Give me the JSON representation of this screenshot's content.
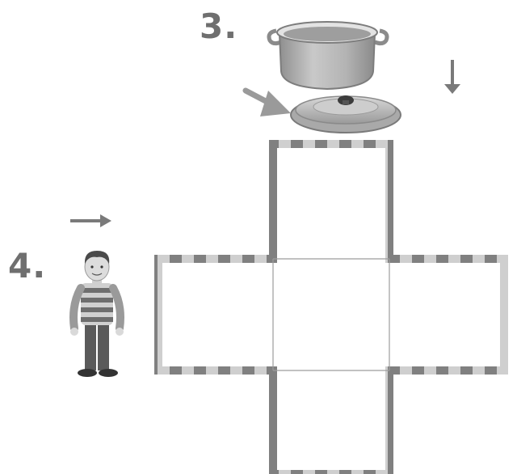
{
  "steps": [
    {
      "number": "3.",
      "image": "cooking-pot-with-lid",
      "arrow": "down-arrow-icon"
    },
    {
      "number": "4.",
      "image": "boy-in-striped-sweater",
      "arrow": "right-arrow-icon"
    }
  ],
  "puzzle": {
    "shape": "cross",
    "cells": [
      "top",
      "left",
      "center",
      "right",
      "bottom"
    ]
  },
  "colors": {
    "background": "#ffffff",
    "text": "#6f6f6f",
    "border_dark": "#7a7a7a",
    "border_light": "#cfcfcf",
    "pot": "#a5a5a5"
  }
}
